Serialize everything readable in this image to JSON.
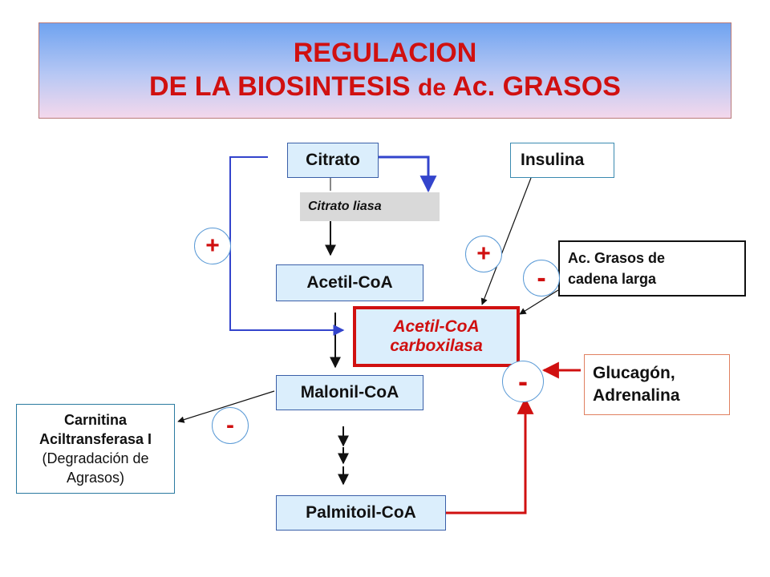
{
  "title": {
    "line1": "REGULACION",
    "line2": "DE LA BIOSINTESIS",
    "line2_de": "de",
    "line2_end": "Ac. GRASOS"
  },
  "nodes": {
    "citrato": "Citrato",
    "citrato_liasa": "Citrato liasa",
    "acetil_coa": "Acetil-CoA",
    "acc_line1": "Acetil-CoA",
    "acc_line2": "carboxilasa",
    "malonil_coa": "Malonil-CoA",
    "palmitoil_coa": "Palmitoil-CoA",
    "insulina": "Insulina",
    "ac_grasos_line1": "Ac. Grasos de",
    "ac_grasos_line2": "cadena larga",
    "glucagon_line1": "Glucagón,",
    "glucagon_line2": "Adrenalina",
    "carnitina_line1": "Carnitina",
    "carnitina_line2": "Aciltransferasa I",
    "carnitina_line3": "(Degradación de",
    "carnitina_line4": "Agrasos)"
  },
  "signs": {
    "citrato_plus": "+",
    "insulina_plus": "+",
    "acgrasos_minus": "-",
    "glucagon_minus": "-",
    "malonil_minus": "-"
  },
  "colors": {
    "title_red": "#d01010",
    "blue_box_fill": "#dbeefc",
    "activation_blue": "#3344cc",
    "inhibition_red": "#d01010"
  }
}
